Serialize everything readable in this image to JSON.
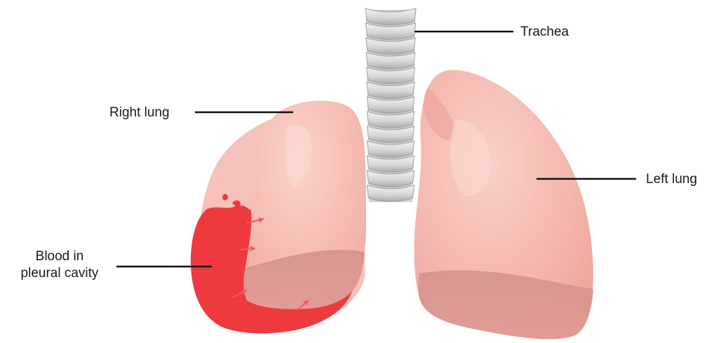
{
  "labels": {
    "trachea": "Trachea",
    "right_lung": "Right lung",
    "left_lung": "Left lung",
    "blood_line1": "Blood in",
    "blood_line2": "pleural cavity"
  },
  "colors": {
    "lung_light": "#f7c4bc",
    "lung_mid": "#f1aaa2",
    "lung_base": "#d9948f",
    "collapsed_edge": "#f3b9b0",
    "blood": "#ee3a3e",
    "arrow": "#f25b61",
    "trachea_ring": "#d8d9d9",
    "trachea_edge": "#9ea0a0",
    "leader_line": "#111111",
    "text": "#1a1a1a"
  },
  "icons": {
    "blood_arrows": "arrow-right-icon"
  }
}
